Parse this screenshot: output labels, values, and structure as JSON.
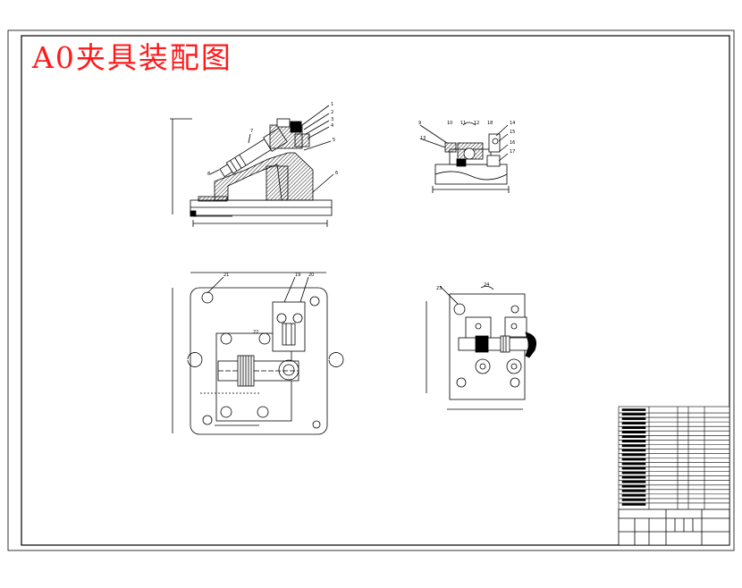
{
  "title": "A0夹具装配图",
  "colors": {
    "title": "#ff1a1a",
    "line": "#000000",
    "hatch": "#000000"
  },
  "balloons": {
    "front": [
      "1",
      "2",
      "3",
      "4",
      "5",
      "6",
      "7",
      "8"
    ],
    "side": [
      "9",
      "10",
      "11",
      "12",
      "13",
      "14",
      "15",
      "16",
      "17",
      "18"
    ],
    "top": [
      "19",
      "20",
      "21",
      "22"
    ],
    "right": [
      "23",
      "24"
    ]
  },
  "bom_row_count": 22
}
